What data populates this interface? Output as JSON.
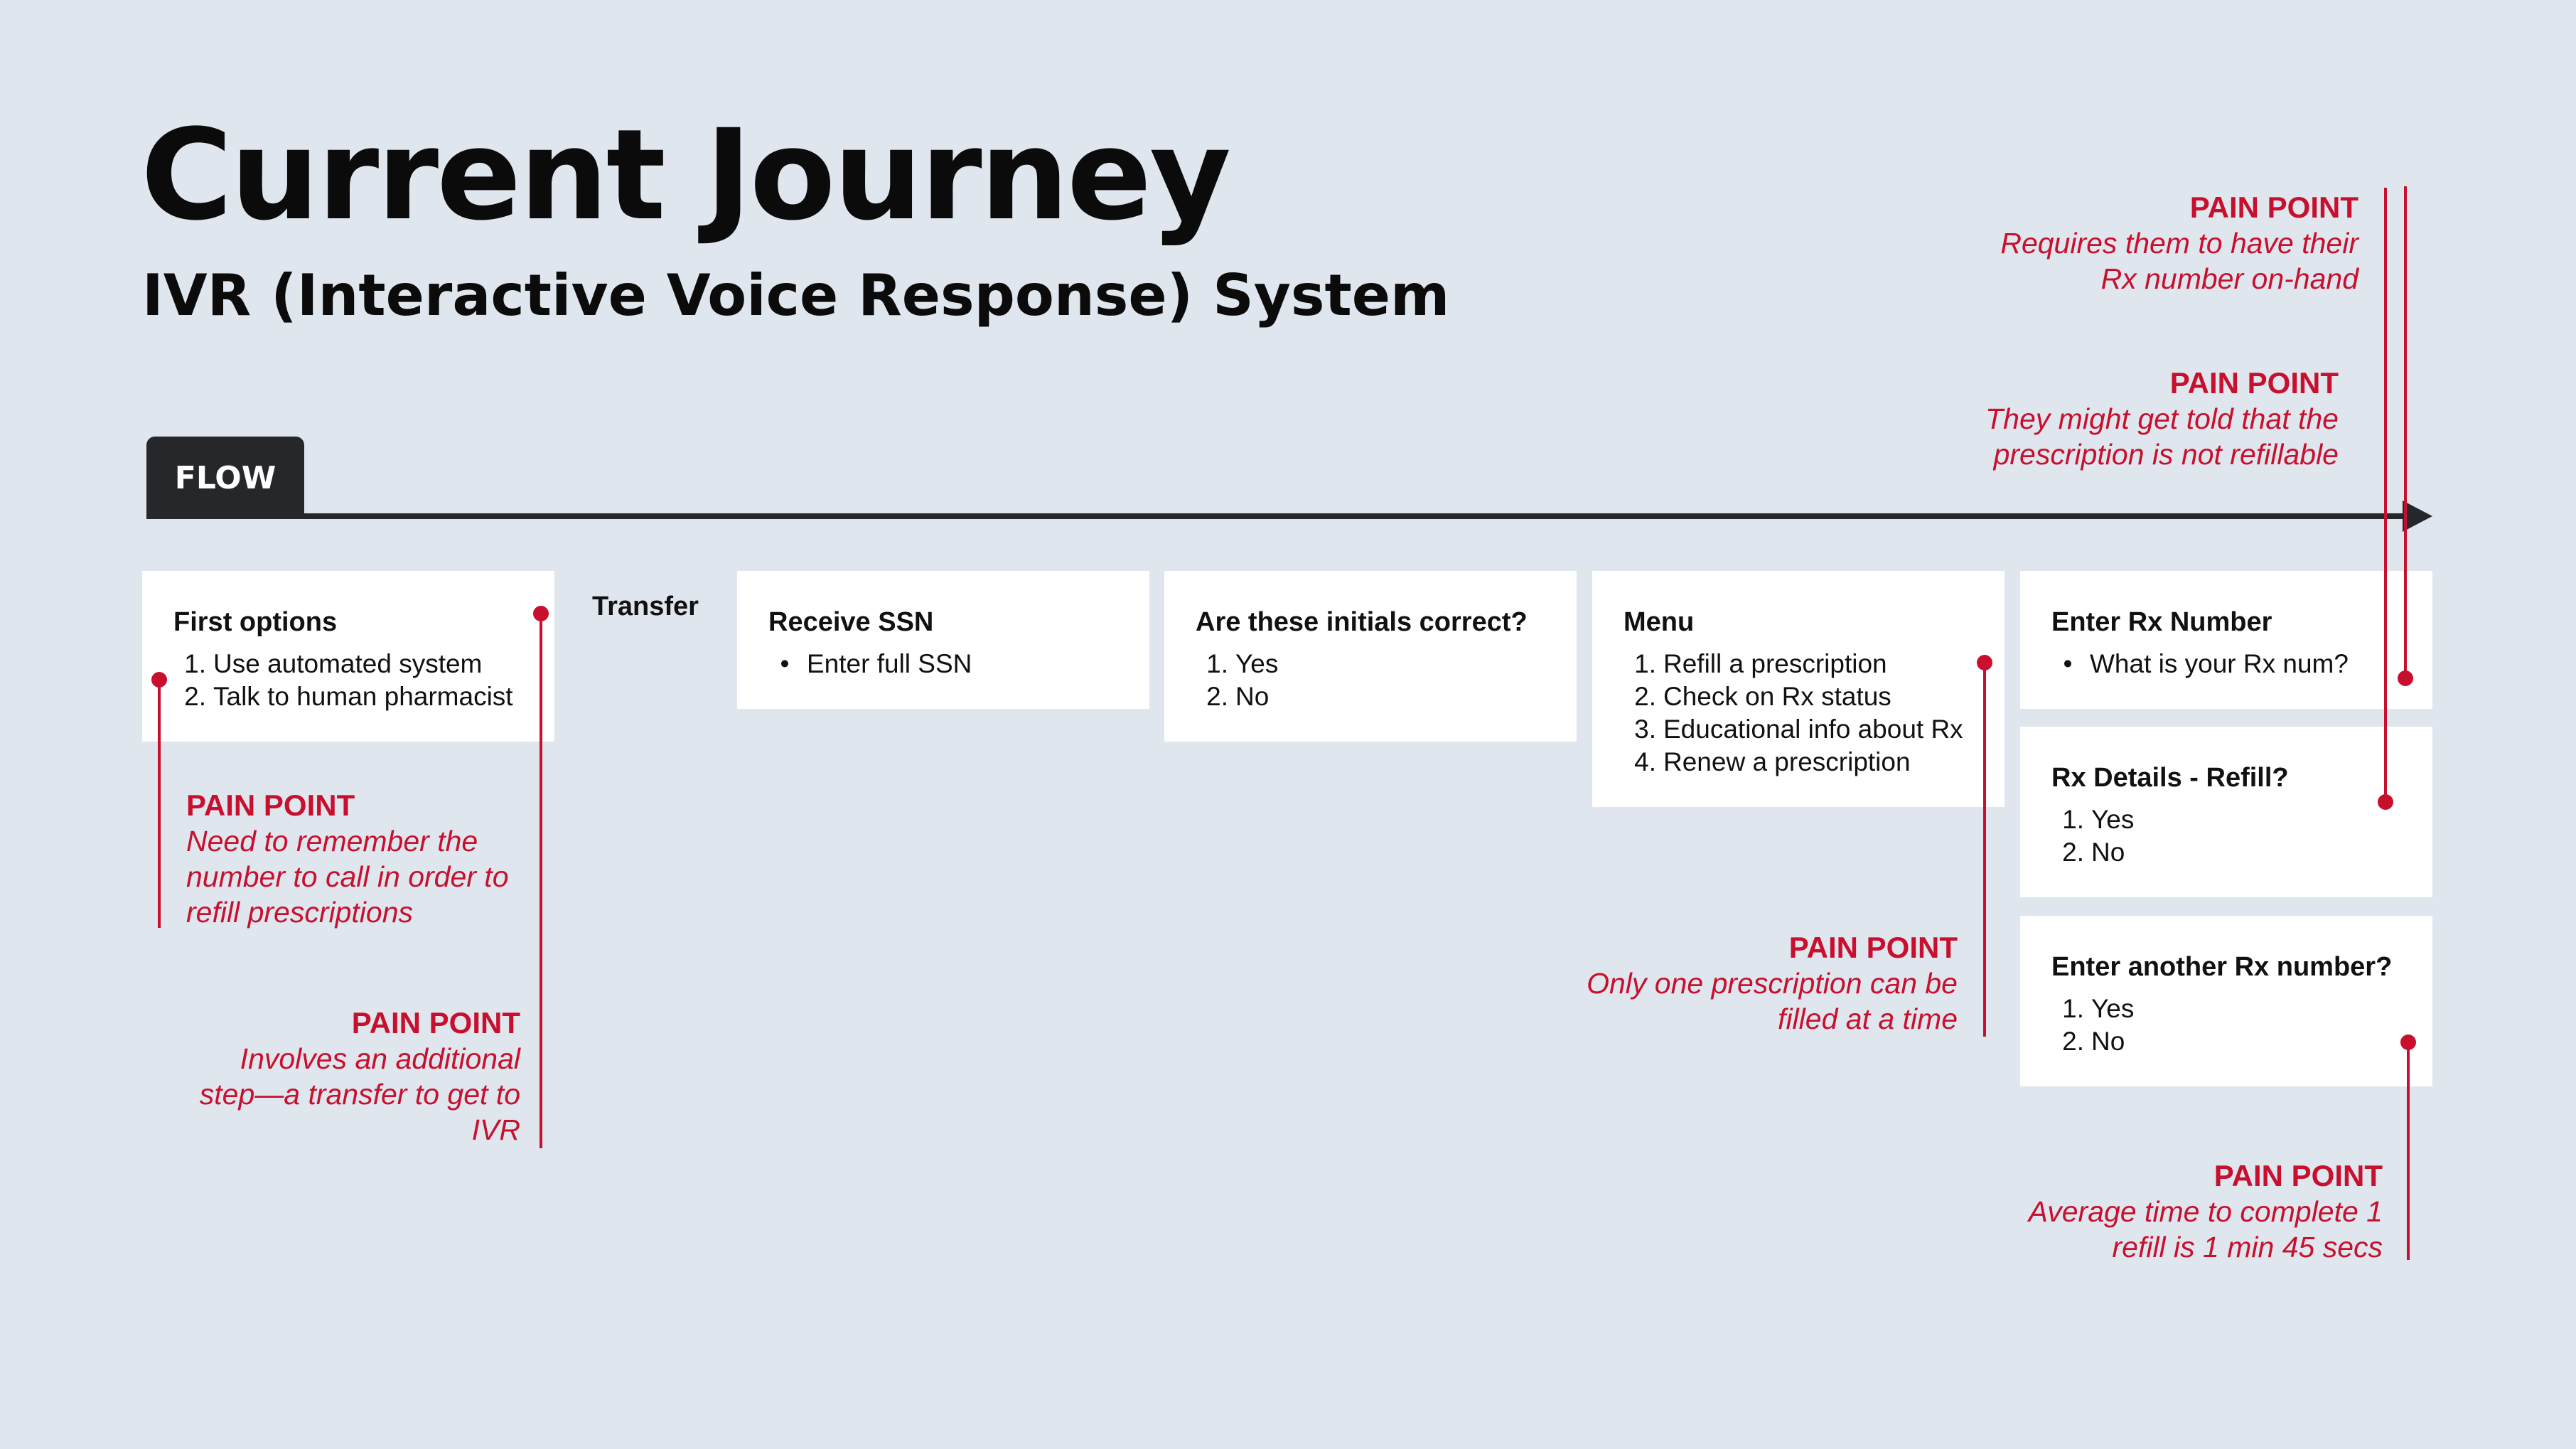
{
  "header": {
    "title": "Current Journey",
    "subtitle": "IVR (Interactive Voice Response) System"
  },
  "flow": {
    "label": "FLOW"
  },
  "transfer_label": "Transfer",
  "cards": {
    "first_options": {
      "title": "First options",
      "items": [
        "Use automated system",
        "Talk to human pharmacist"
      ]
    },
    "receive_ssn": {
      "title": "Receive SSN",
      "items": [
        "Enter full SSN"
      ]
    },
    "initials": {
      "title": "Are these initials correct?",
      "items": [
        "Yes",
        "No"
      ]
    },
    "menu": {
      "title": "Menu",
      "items": [
        "Refill a prescription",
        "Check on Rx status",
        "Educational info about Rx",
        "Renew a prescription"
      ]
    },
    "enter_rx": {
      "title": "Enter Rx Number",
      "items": [
        "What is your Rx num?"
      ]
    },
    "rx_details": {
      "title": "Rx Details - Refill?",
      "items": [
        "Yes",
        "No"
      ]
    },
    "another_rx": {
      "title": "Enter another Rx number?",
      "items": [
        "Yes",
        "No"
      ]
    }
  },
  "pain_points": {
    "label": "PAIN POINT",
    "remember_number": [
      "Need to remember the",
      "number to call in order to",
      "refill prescriptions"
    ],
    "transfer_step": [
      "Involves an additional",
      "step—a transfer to get to",
      "IVR"
    ],
    "one_prescription": [
      "Only one prescription can be",
      "filled at a time"
    ],
    "rx_on_hand": [
      "Requires them to have their",
      "Rx number on-hand"
    ],
    "not_refillable": [
      "They might get told that the",
      "prescription is not refillable"
    ],
    "average_time": [
      "Average time to complete 1",
      "refill is 1 min 45 secs"
    ]
  },
  "colors": {
    "background": "#dfe6ee",
    "accent": "#c8102e",
    "dark": "#25272a",
    "card": "#ffffff"
  }
}
